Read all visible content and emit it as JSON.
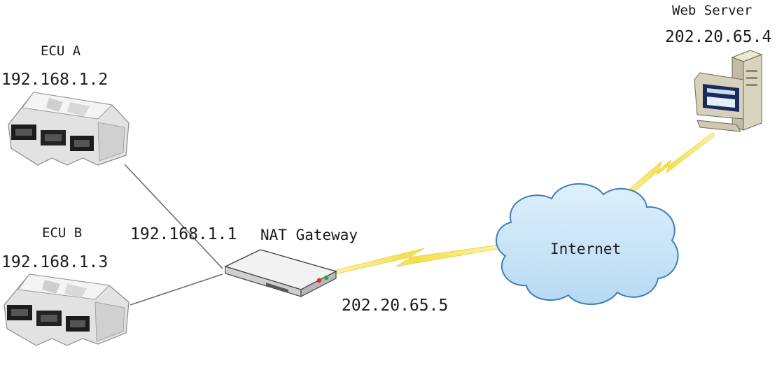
{
  "nodes": {
    "ecu_a": {
      "name": "ECU  A",
      "ip": "192.168.1.2"
    },
    "ecu_b": {
      "name": "ECU  B",
      "ip": "192.168.1.3"
    },
    "gateway": {
      "name": "NAT Gateway",
      "lan_ip": "192.168.1.1",
      "wan_ip": "202.20.65.5"
    },
    "internet": {
      "name": "Internet"
    },
    "web_server": {
      "name": "Web Server",
      "ip": "202.20.65.4"
    }
  },
  "colors": {
    "line": "#6e6e6e",
    "lightning": "#f3df4a",
    "cloud_fill": "#c9e4f7",
    "cloud_stroke": "#3f7fb9",
    "led_red": "#e0262b",
    "led_green": "#2aa838"
  }
}
